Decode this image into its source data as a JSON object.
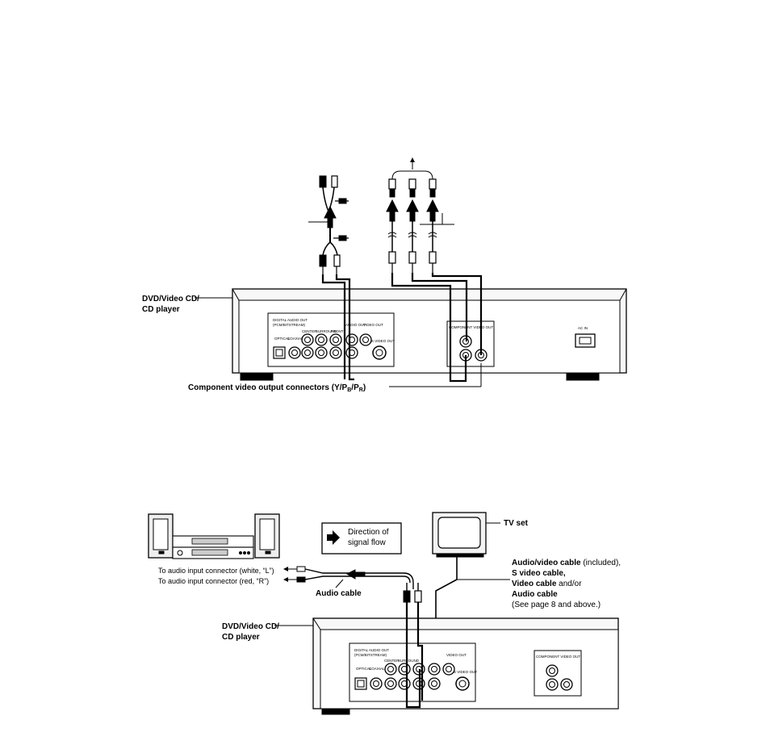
{
  "colors": {
    "ink": "#000000",
    "paper": "#ffffff",
    "panel": "#f4f4f4"
  },
  "top_diagram": {
    "player_label_line1": "DVD/Video CD/",
    "player_label_line2": "CD player",
    "component_label": "Component video output connectors (Y/P",
    "component_label_b": "B",
    "component_label_sep": "/P",
    "component_label_r": "R",
    "component_label_end": ")",
    "panel": {
      "digital_out": "DIGITAL AUDIO OUT",
      "pcm_bitstream": "(PCM/BITSTREAM)",
      "optical": "OPTICAL",
      "coaxial": "COAXIAL",
      "center": "CENTER",
      "surround": "SURROUND",
      "subwoofer": "SUB WOOFER",
      "front": "FRONT",
      "audio_out": "AUDIO OUT",
      "video_out": "VIDEO OUT",
      "s_video_out": "S VIDEO OUT",
      "component_video_out": "COMPONENT VIDEO OUT",
      "ac_in": "AC IN"
    }
  },
  "bottom_diagram": {
    "legend_line1": "Direction of",
    "legend_line2": "signal flow",
    "tv_label": "TV set",
    "audio_input_white": "To audio input connector (white, “L”)",
    "audio_input_red": "To audio input connector (red, “R”)",
    "audio_cable": "Audio cable",
    "cable_list": {
      "line1_bold": "Audio/video cable",
      "line1_rest": " (included),",
      "line2": "S video cable,",
      "line3_bold": "Video cable",
      "line3_rest": " and/or",
      "line4": "Audio cable",
      "line5": "(See page 8 and above.)"
    },
    "player_label_line1": "DVD/Video CD/",
    "player_label_line2": "CD player"
  }
}
